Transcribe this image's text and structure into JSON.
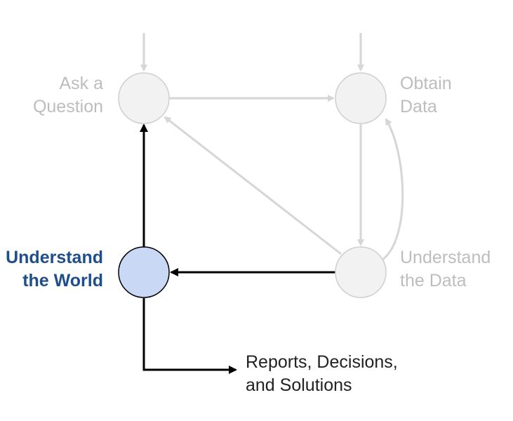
{
  "nodes": {
    "ask_question": {
      "line1": "Ask a",
      "line2": "Question"
    },
    "obtain_data": {
      "line1": "Obtain",
      "line2": "Data"
    },
    "understand_data": {
      "line1": "Understand",
      "line2": "the Data"
    },
    "understand_world": {
      "line1": "Understand",
      "line2": "the World"
    }
  },
  "output": {
    "line1": "Reports, Decisions,",
    "line2": "and Solutions"
  },
  "colors": {
    "dim_node_fill": "#f2f2f2",
    "dim_node_stroke": "#cfcfcf",
    "dim_arrow": "#d6d6d6",
    "dim_text": "#bdbdbd",
    "active_node_fill": "#c9d9f5",
    "active_node_stroke": "#000000",
    "active_arrow": "#000000",
    "active_text": "#1f4e8c",
    "output_text": "#222222"
  }
}
